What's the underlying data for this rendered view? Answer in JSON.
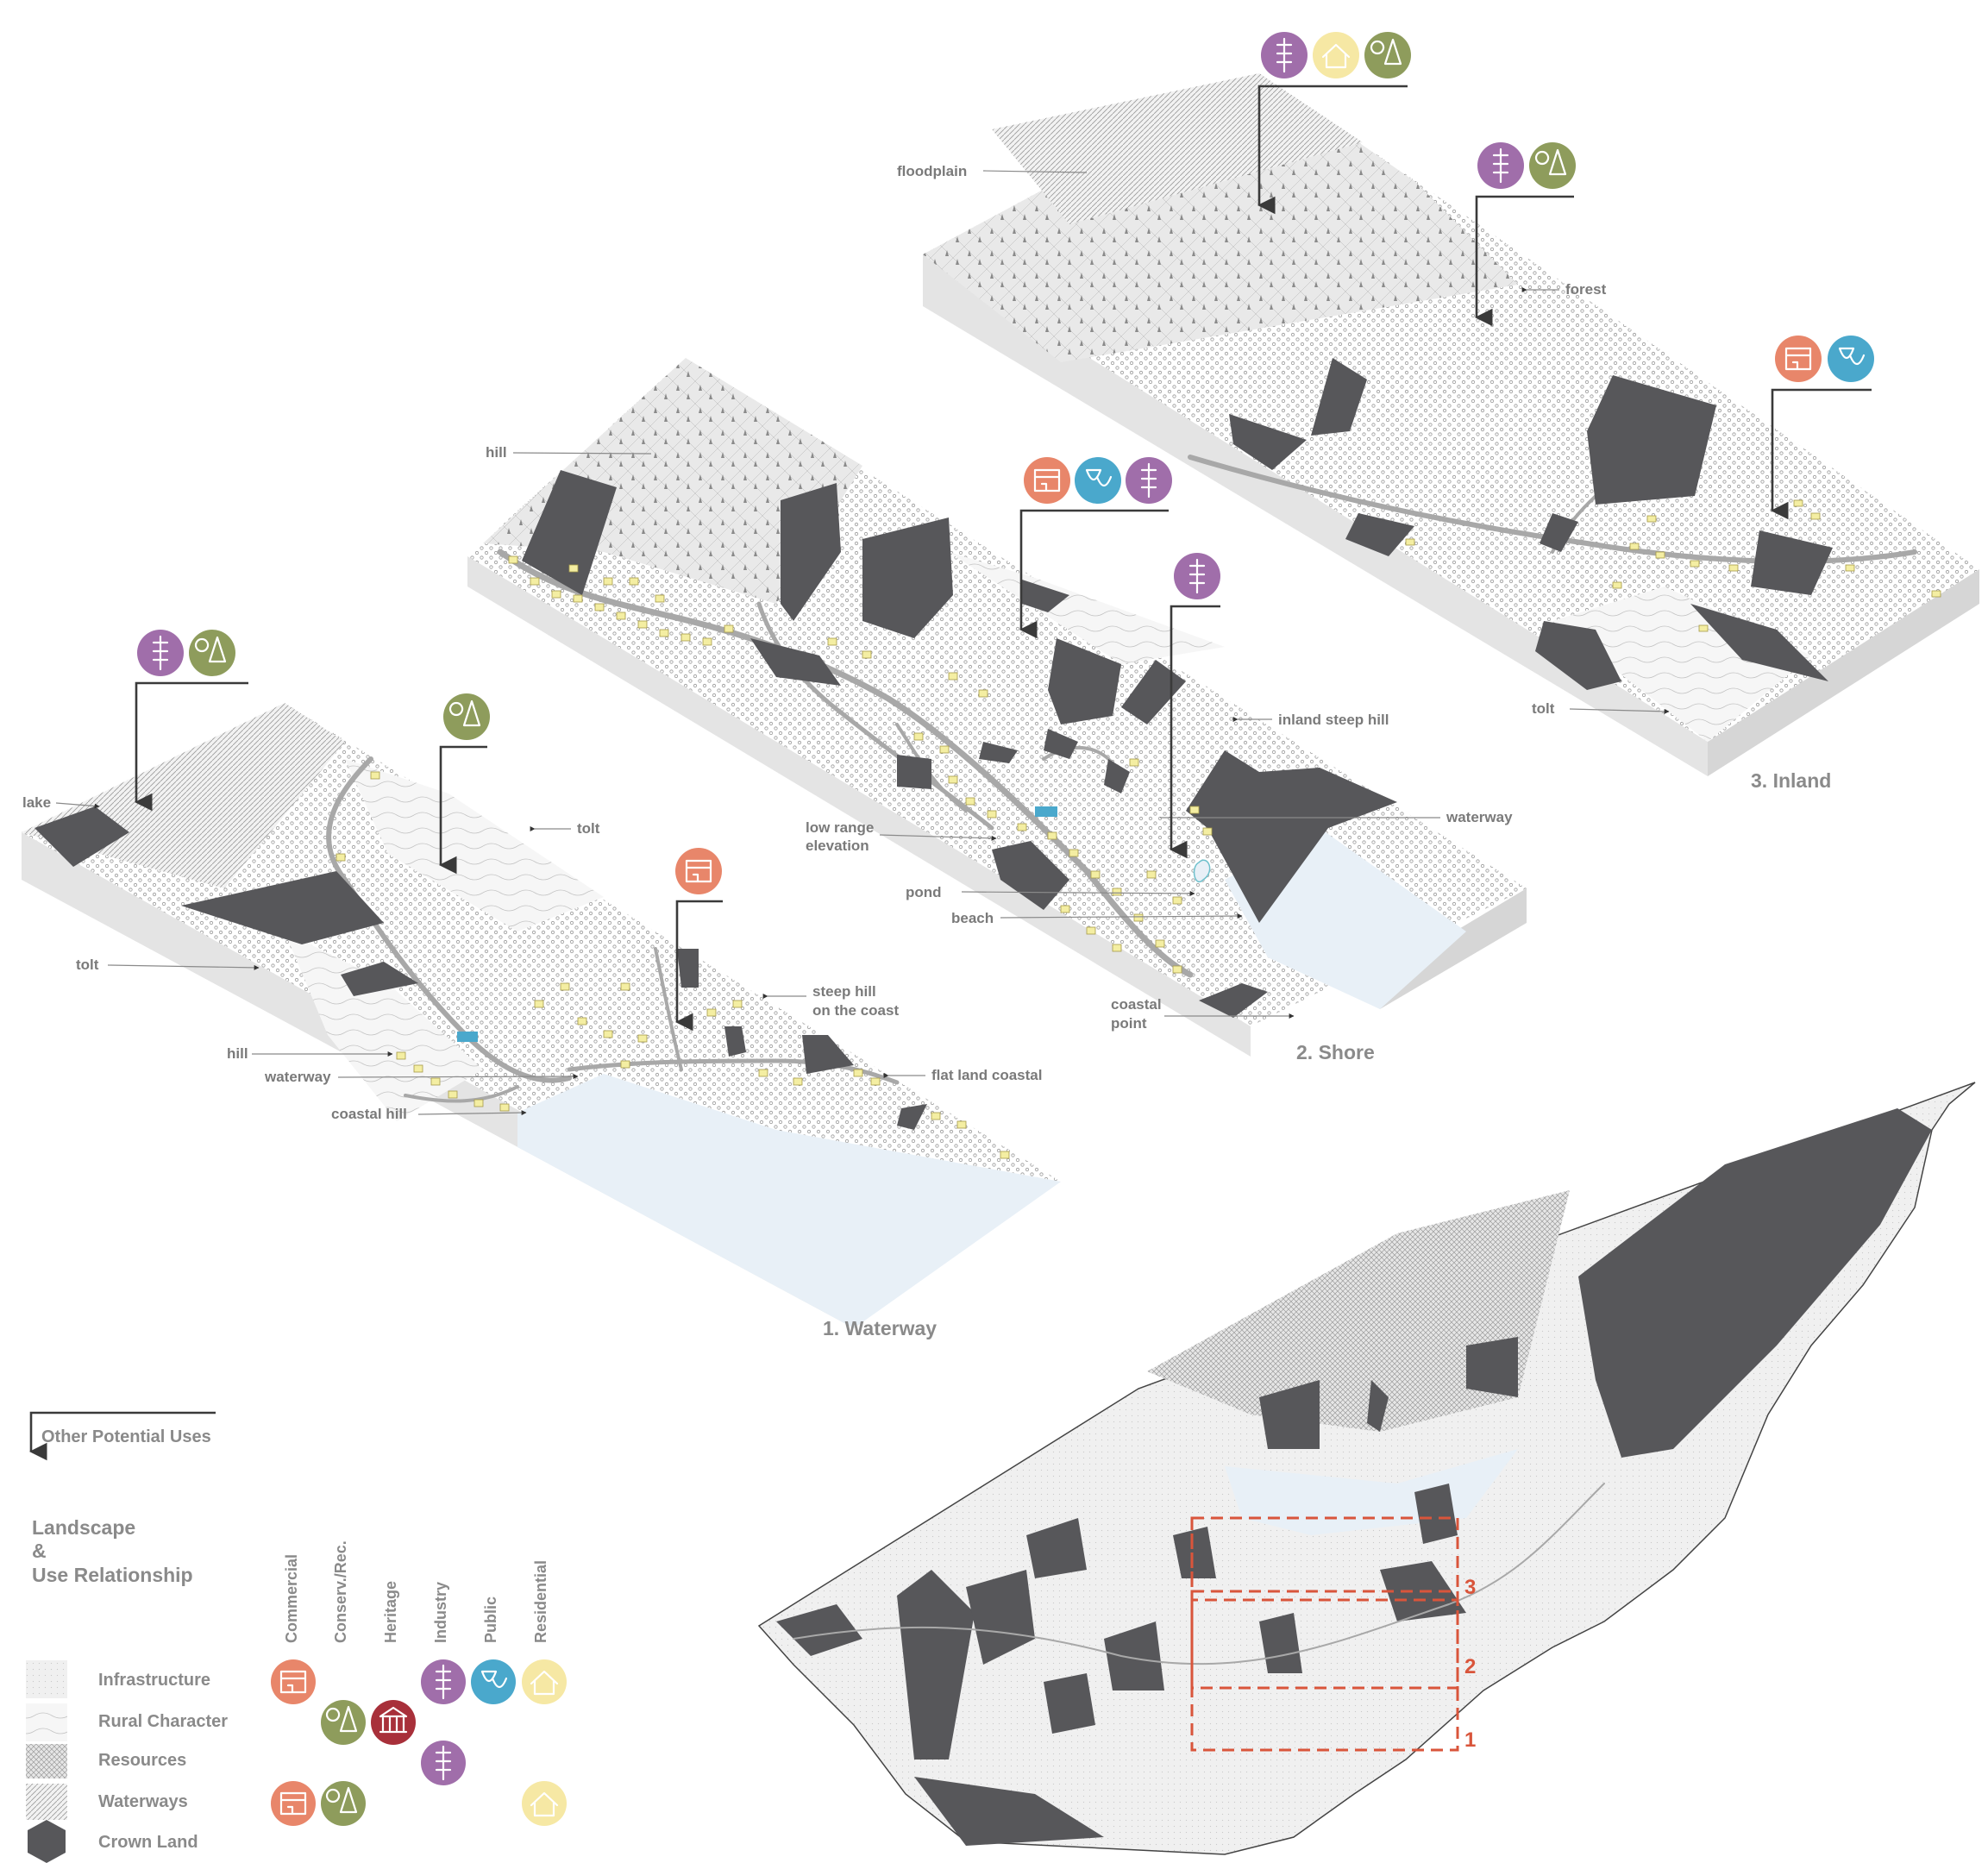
{
  "colors": {
    "commercial": "#e8866a",
    "conservation": "#8e9c5c",
    "heritage": "#a8303a",
    "industry": "#a06eaa",
    "public": "#4aa8cc",
    "residential": "#f6e8a4",
    "crown_land": "#57575a",
    "water": "#e8f0f7",
    "building": "#f4eea2",
    "arrow": "#3a3a3a",
    "red_box": "#d9553b"
  },
  "icons": {
    "commercial": "storefront-icon",
    "conservation": "tree-leaf-icon",
    "heritage": "heritage-building-icon",
    "industry": "industry-tower-icon",
    "public": "theatre-masks-icon",
    "residential": "house-icon"
  },
  "panels": {
    "waterway": {
      "title": "1. Waterway",
      "labels": {
        "lake": "lake",
        "tolt_upper": "tolt",
        "tolt_lower": "tolt",
        "steep_hill_line1": "steep hill",
        "steep_hill_line2": "on the coast",
        "hill": "hill",
        "waterway": "waterway",
        "coastal_hill": "coastal hill",
        "flat_land_coastal": "flat land coastal"
      }
    },
    "shore": {
      "title": "2. Shore",
      "labels": {
        "hill": "hill",
        "inland_steep_hill": "inland steep hill",
        "waterway": "waterway",
        "low_range_line1": "low range",
        "low_range_line2": "elevation",
        "pond": "pond",
        "beach": "beach",
        "coastal_point_line1": "coastal",
        "coastal_point_line2": "point"
      }
    },
    "inland": {
      "title": "3. Inland",
      "labels": {
        "floodplain": "floodplain",
        "forest": "forest",
        "tolt": "tolt"
      }
    }
  },
  "overview_map": {
    "zones": [
      "1",
      "2",
      "3"
    ]
  },
  "legend": {
    "other_uses": "Other Potential Uses",
    "title_line1": "Landscape",
    "title_line2": "&",
    "title_line3": "Use Relationship",
    "columns": [
      "Commercial",
      "Conserv./Rec.",
      "Heritage",
      "Industry",
      "Public",
      "Residential"
    ],
    "rows": [
      {
        "label": "Infrastructure",
        "uses": [
          "commercial",
          "industry",
          "public",
          "residential"
        ]
      },
      {
        "label": "Rural Character",
        "uses": [
          "conservation",
          "heritage"
        ]
      },
      {
        "label": "Resources",
        "uses": [
          "industry"
        ]
      },
      {
        "label": "Waterways",
        "uses": [
          "commercial",
          "conservation",
          "residential"
        ]
      },
      {
        "label": "Crown Land",
        "uses": []
      }
    ]
  }
}
